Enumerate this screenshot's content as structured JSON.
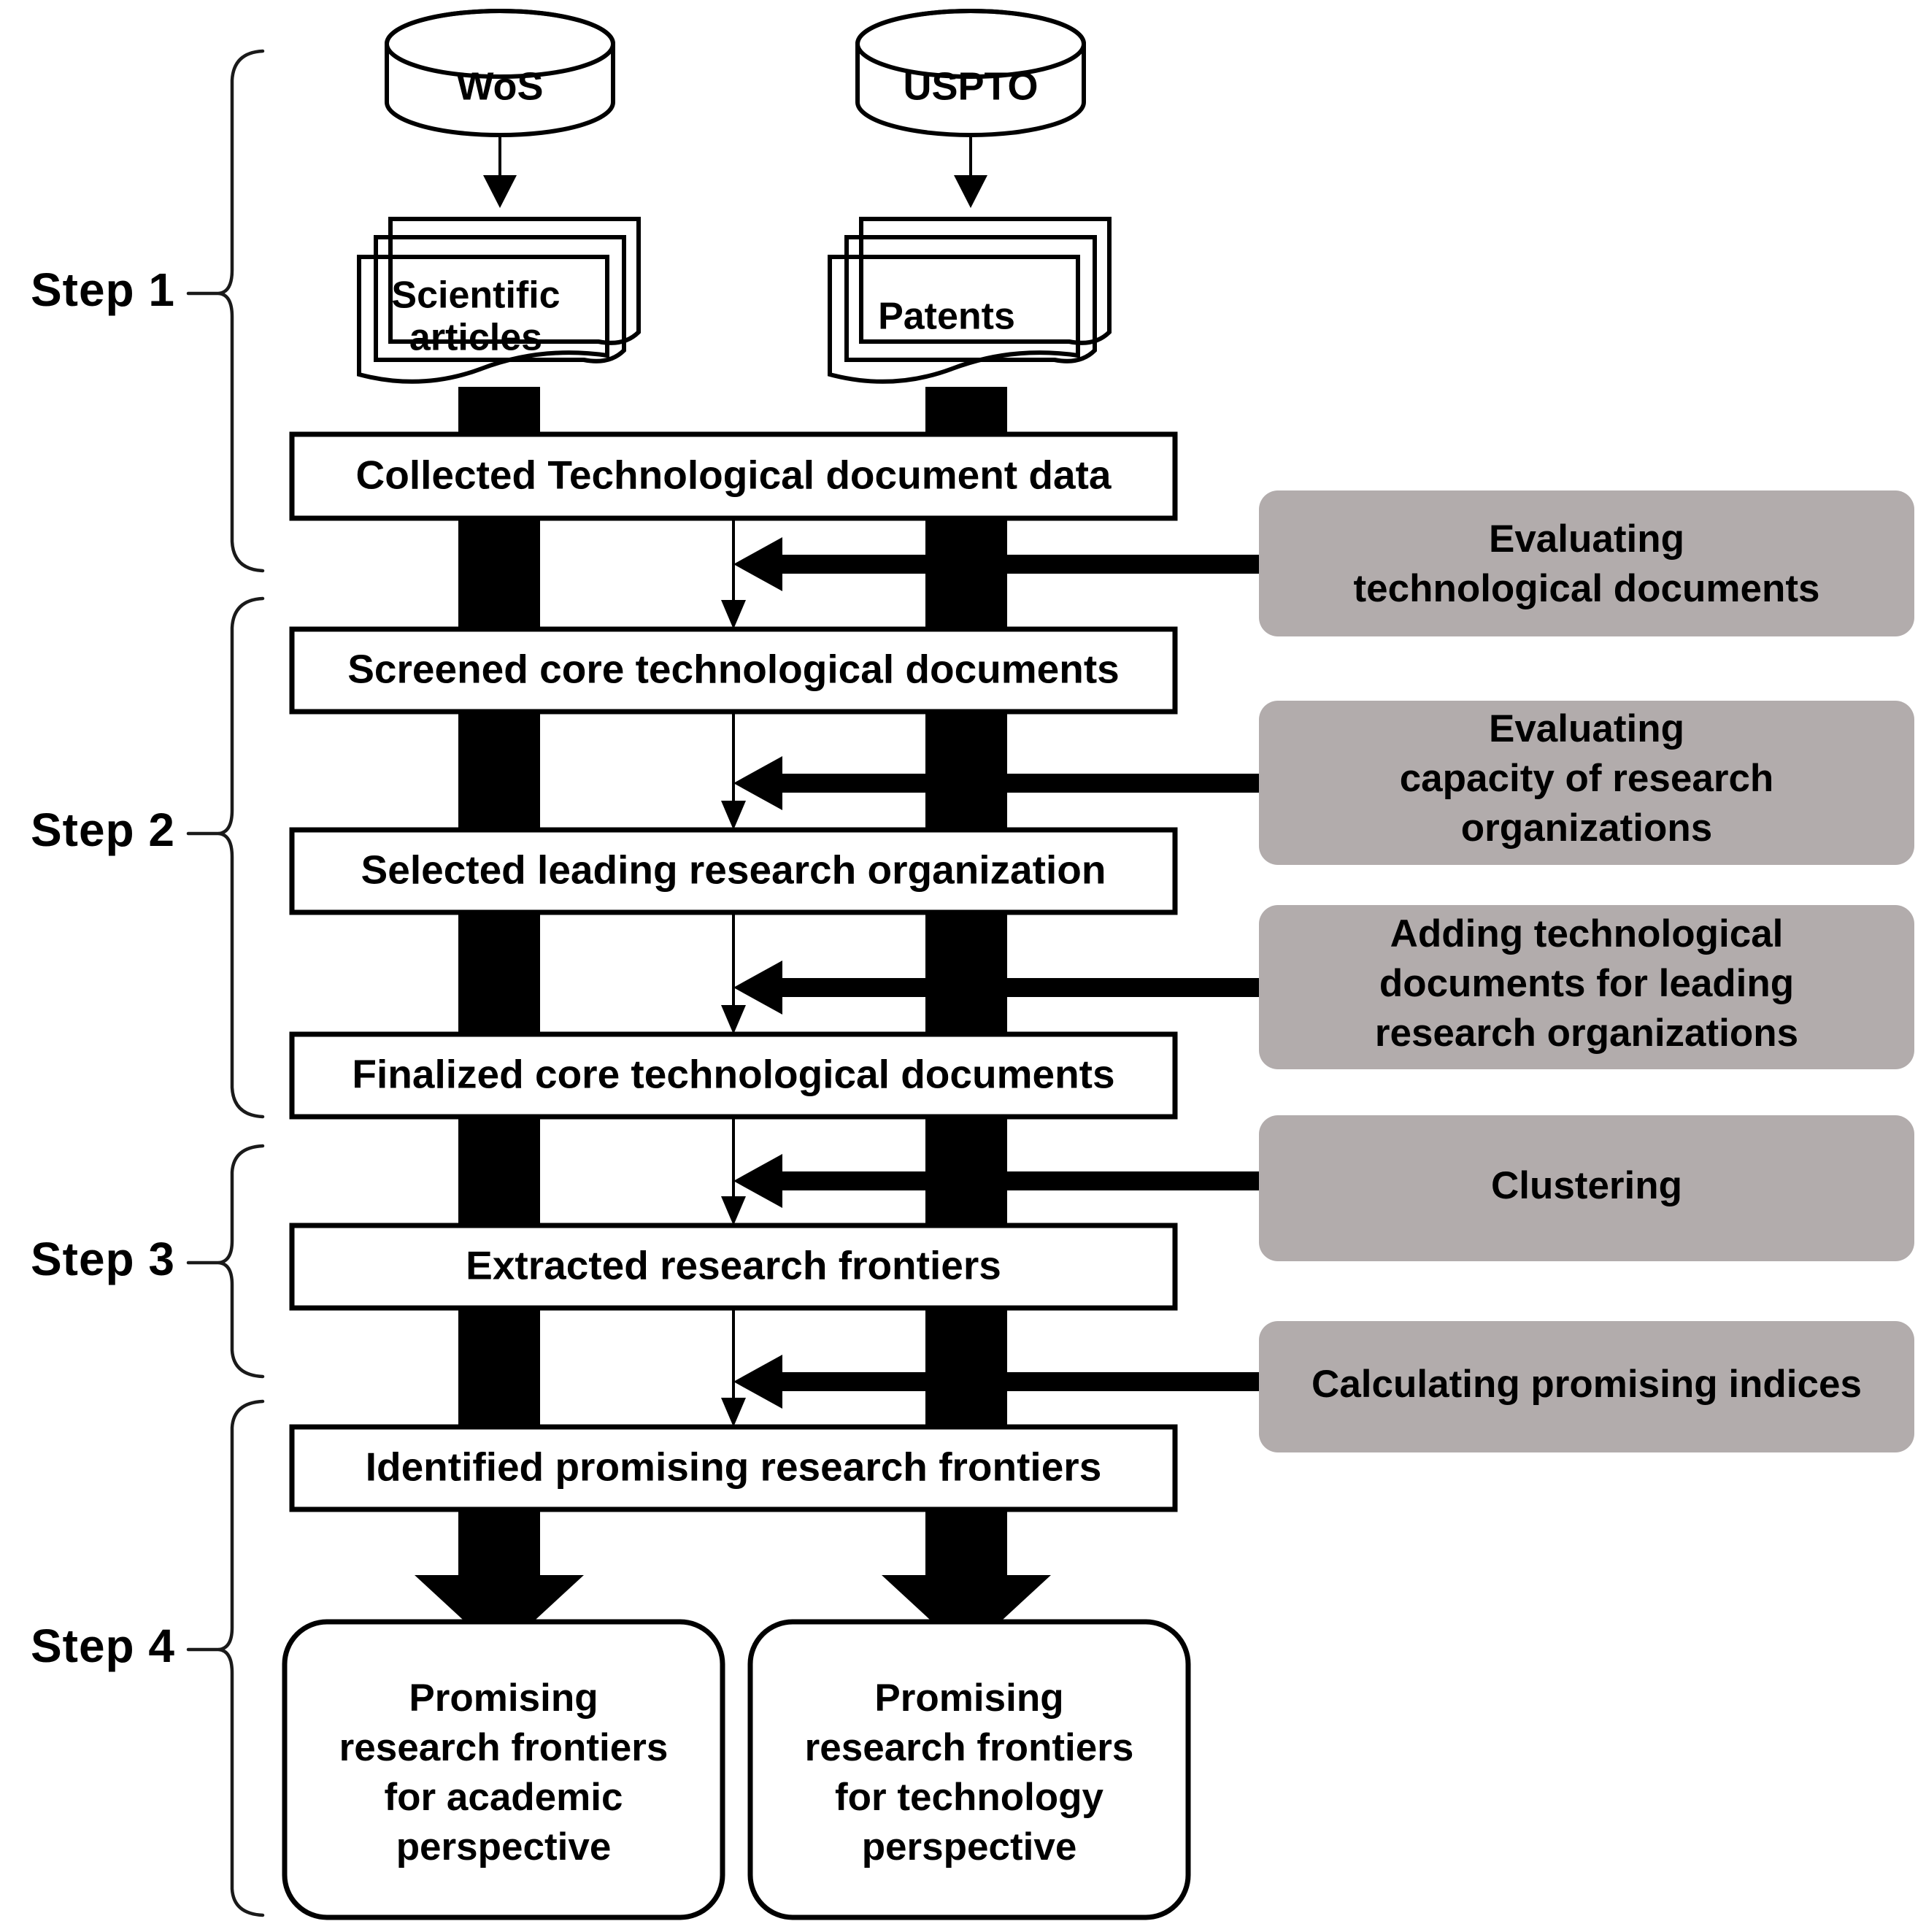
{
  "diagram": {
    "title": "Research frontier identification process flowchart",
    "colors": {
      "gray_box_fill": "#b2acac",
      "stroke": "#000000",
      "background": "#ffffff",
      "solid_connector": "#000000"
    }
  },
  "steps": [
    {
      "label": "Step 1"
    },
    {
      "label": "Step 2"
    },
    {
      "label": "Step 3"
    },
    {
      "label": "Step 4"
    }
  ],
  "databases": [
    {
      "label": "WoS",
      "icon": "database-cylinder-icon"
    },
    {
      "label": "USPTO",
      "icon": "database-cylinder-icon"
    }
  ],
  "document_stacks": [
    {
      "line1": "Scientific",
      "line2": "articles",
      "icon": "document-stack-icon"
    },
    {
      "line1": "Patents",
      "line2": "",
      "icon": "document-stack-icon"
    }
  ],
  "process_boxes": [
    {
      "label": "Collected Technological document data"
    },
    {
      "label": "Screened core technological documents"
    },
    {
      "label": "Selected leading research organization"
    },
    {
      "label": "Finalized core technological documents"
    },
    {
      "label": "Extracted research frontiers"
    },
    {
      "label": "Identified promising research frontiers"
    }
  ],
  "side_actions": [
    {
      "lines": [
        "Evaluating",
        "technological documents"
      ]
    },
    {
      "lines": [
        "Evaluating",
        "capacity of research",
        "organizations"
      ]
    },
    {
      "lines": [
        "Adding technological",
        "documents for leading",
        "research organizations"
      ]
    },
    {
      "lines": [
        "Clustering"
      ]
    },
    {
      "lines": [
        "Calculating promising indices"
      ]
    }
  ],
  "outputs": [
    {
      "lines": [
        "Promising",
        "research frontiers",
        "for academic",
        "perspective"
      ]
    },
    {
      "lines": [
        "Promising",
        "research frontiers",
        "for technology",
        "perspective"
      ]
    }
  ]
}
